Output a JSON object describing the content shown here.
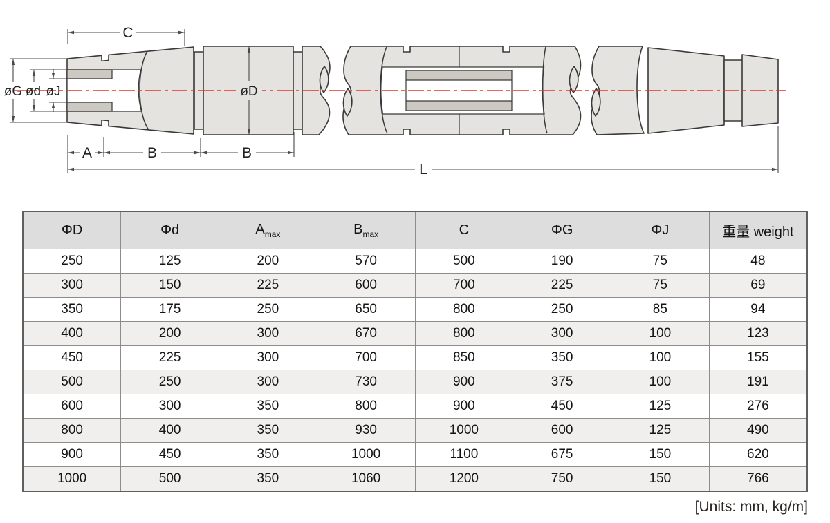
{
  "drawing": {
    "labels": {
      "c": "C",
      "g": "øG",
      "d": "ød",
      "j": "øJ",
      "big_d": "øD",
      "a": "A",
      "b1": "B",
      "b2": "B",
      "l": "L"
    },
    "colors": {
      "part_fill": "#e4e3e0",
      "inner_band_fill": "#ccc9c2",
      "outline": "#3a3937",
      "dimension": "#4a4948",
      "centerline_red": "#e8312a"
    }
  },
  "table": {
    "columns": [
      {
        "label": "ΦD"
      },
      {
        "label": "Φd"
      },
      {
        "label": "A",
        "sub": "max"
      },
      {
        "label": "B",
        "sub": "max"
      },
      {
        "label": "C"
      },
      {
        "label": "ΦG"
      },
      {
        "label": "ΦJ"
      },
      {
        "label": "重量 weight"
      }
    ],
    "rows": [
      [
        "250",
        "125",
        "200",
        "570",
        "500",
        "190",
        "75",
        "48"
      ],
      [
        "300",
        "150",
        "225",
        "600",
        "700",
        "225",
        "75",
        "69"
      ],
      [
        "350",
        "175",
        "250",
        "650",
        "800",
        "250",
        "85",
        "94"
      ],
      [
        "400",
        "200",
        "300",
        "670",
        "800",
        "300",
        "100",
        "123"
      ],
      [
        "450",
        "225",
        "300",
        "700",
        "850",
        "350",
        "100",
        "155"
      ],
      [
        "500",
        "250",
        "300",
        "730",
        "900",
        "375",
        "100",
        "191"
      ],
      [
        "600",
        "300",
        "350",
        "800",
        "900",
        "450",
        "125",
        "276"
      ],
      [
        "800",
        "400",
        "350",
        "930",
        "1000",
        "600",
        "125",
        "490"
      ],
      [
        "900",
        "450",
        "350",
        "1000",
        "1100",
        "675",
        "150",
        "620"
      ],
      [
        "1000",
        "500",
        "350",
        "1060",
        "1200",
        "750",
        "150",
        "766"
      ]
    ]
  },
  "footer": {
    "units_note": "[Units: mm, kg/m]"
  }
}
